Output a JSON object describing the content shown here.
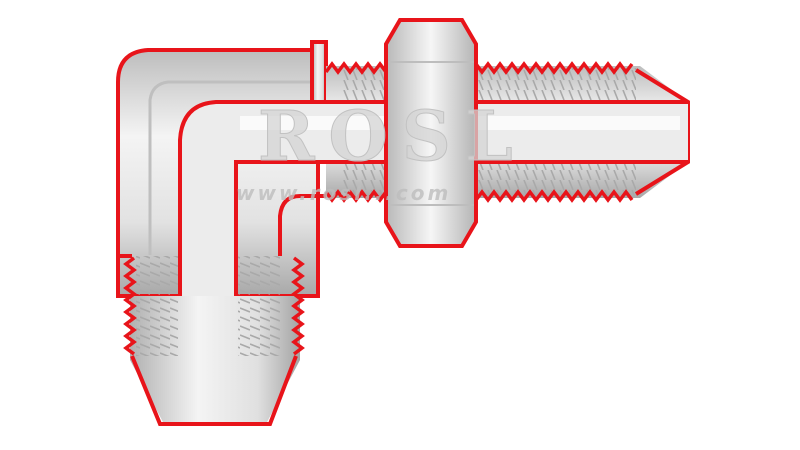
{
  "diagram": {
    "subject": "90-degree bulkhead elbow fitting, cross-section",
    "colors": {
      "outline": "#e8141a",
      "metal_light": "#f2f2f2",
      "metal_mid": "#cfcfcf",
      "metal_dark": "#9a9a9a",
      "thread": "#b5b5b5",
      "background": "#ffffff",
      "watermark": "#d6d6d6"
    }
  },
  "watermark": {
    "brand": "ROSL",
    "url": "www.rosl...com"
  }
}
